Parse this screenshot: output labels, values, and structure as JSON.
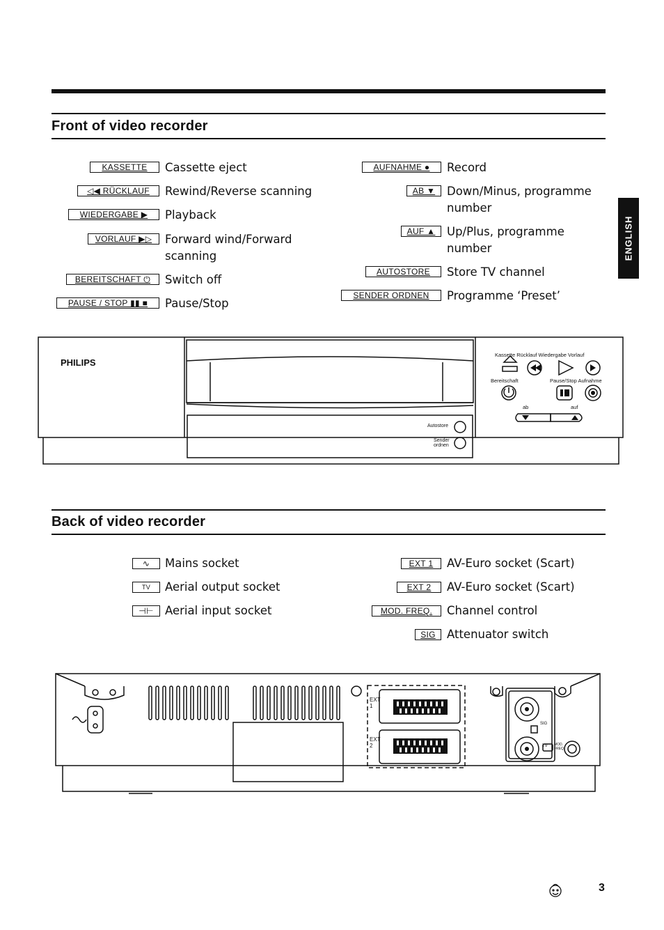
{
  "side_tab": "ENGLISH",
  "page_number": "3",
  "front": {
    "title": "Front of video recorder",
    "left": [
      {
        "label": "KASSETTE",
        "desc": "Cassette eject"
      },
      {
        "label": "◁◀ RÜCKLAUF",
        "desc": "Rewind/Reverse scanning"
      },
      {
        "label": "WIEDERGABE ▶",
        "desc": "Playback"
      },
      {
        "label": "VORLAUF ▶▷",
        "desc": "Forward wind/Forward scanning"
      },
      {
        "label": "BEREITSCHAFT ⏻",
        "desc": "Switch off"
      },
      {
        "label": "PAUSE / STOP ▮▮ ■",
        "desc": "Pause/Stop"
      }
    ],
    "right": [
      {
        "label": "AUFNAHME ●",
        "desc": "Record"
      },
      {
        "label": "AB ▼",
        "desc": "Down/Minus, programme number"
      },
      {
        "label": "AUF ▲",
        "desc": "Up/Plus, programme number"
      },
      {
        "label": "AUTOSTORE",
        "desc": "Store TV channel"
      },
      {
        "label": "SENDER ORDNEN",
        "desc": "Programme ‘Preset’"
      }
    ],
    "diagram": {
      "brand": "PHILIPS",
      "autostore": "Autostore",
      "sender1": "Sender",
      "sender2": "ordnen",
      "top_labels": "Kassette Rücklauf Wiedergabe Vorlauf",
      "bereitschaft": "Bereitschaft",
      "pause_aufnahme": "Pause/Stop Aufnahme",
      "ab": "ab",
      "auf": "auf"
    }
  },
  "back": {
    "title": "Back of video recorder",
    "left": [
      {
        "label": "∿",
        "desc": "Mains socket"
      },
      {
        "label": "TV",
        "desc": "Aerial output socket"
      },
      {
        "label": "⊣⊢",
        "desc": "Aerial input socket"
      }
    ],
    "right": [
      {
        "label": "EXT 1",
        "desc": "AV-Euro socket (Scart)"
      },
      {
        "label": "EXT 2",
        "desc": "AV-Euro socket (Scart)"
      },
      {
        "label": "MOD. FREQ.",
        "desc": "Channel control"
      },
      {
        "label": "SIG",
        "desc": "Attenuator switch"
      }
    ],
    "diagram": {
      "ext1": "EXT 1",
      "ext2": "EXT 2",
      "tv": "TV",
      "sig": "SIG",
      "mod": "MOD. FREQ."
    }
  }
}
